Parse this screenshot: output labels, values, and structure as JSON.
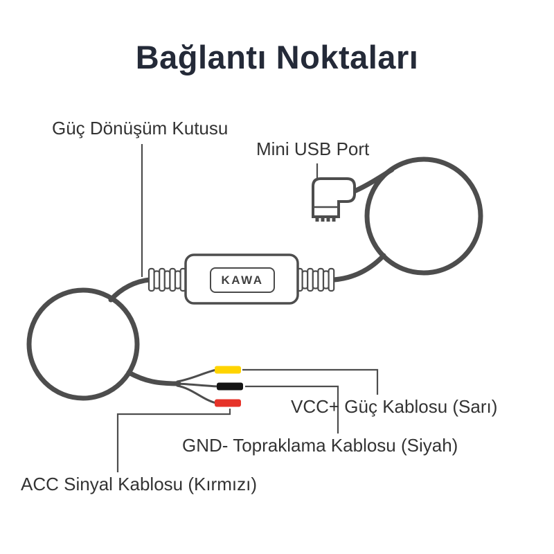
{
  "title": "Bağlantı Noktaları",
  "brand": "KAWA",
  "labels": {
    "power_box": "Güç Dönüşüm Kutusu",
    "mini_usb": "Mini USB Port",
    "vcc": "VCC+ Güç Kablosu (Sarı)",
    "gnd": "GND- Topraklama Kablosu (Siyah)",
    "acc": "ACC Sinyal Kablosu (Kırmızı)"
  },
  "colors": {
    "cable": "#4d4d4d",
    "wire_yellow": "#ffd400",
    "wire_black": "#141414",
    "wire_red": "#e63329",
    "title_text": "#242a38",
    "label_text": "#333333"
  }
}
